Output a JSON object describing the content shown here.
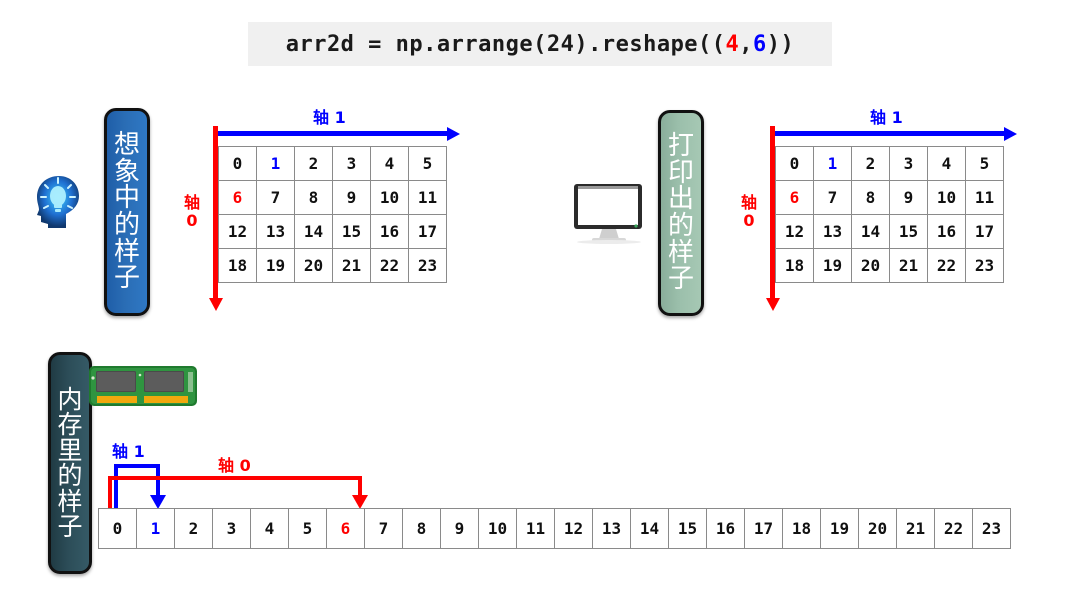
{
  "title": {
    "prefix": "arr2d = np.arrange(24).reshape((",
    "rows": "4",
    "comma": ",",
    "cols": "6",
    "suffix": "))"
  },
  "colors": {
    "axis0": "#ff0000",
    "axis1": "#0000ff",
    "imagined_box": "#2a6db5",
    "printed_box": "#9bbfab",
    "memory_box": "#2c4d58",
    "title_band": "#f0f0f0",
    "cell_border": "#8a8a8a"
  },
  "labels": {
    "imagined": [
      "想",
      "象",
      "中",
      "的",
      "样",
      "子"
    ],
    "printed": [
      "打",
      "印",
      "出",
      "的",
      "样",
      "子"
    ],
    "memory": [
      "内",
      "存",
      "里",
      "的",
      "样",
      "子"
    ]
  },
  "axes": {
    "axis1": "轴 1",
    "axis0_line1": "轴",
    "axis0_line2": "0"
  },
  "memory_arrows": {
    "axis1": "轴 1",
    "axis0": "轴 0"
  },
  "chart_data": {
    "type": "table",
    "title": "arr2d = np.arrange(24).reshape((4,6))",
    "shape": [
      4,
      6
    ],
    "grid_rows": [
      [
        "0",
        "1",
        "2",
        "3",
        "4",
        "5"
      ],
      [
        "6",
        "7",
        "8",
        "9",
        "10",
        "11"
      ],
      [
        "12",
        "13",
        "14",
        "15",
        "16",
        "17"
      ],
      [
        "18",
        "19",
        "20",
        "21",
        "22",
        "23"
      ]
    ],
    "highlight": {
      "blue": "1",
      "red": "6"
    },
    "flat_values": [
      "0",
      "1",
      "2",
      "3",
      "4",
      "5",
      "6",
      "7",
      "8",
      "9",
      "10",
      "11",
      "12",
      "13",
      "14",
      "15",
      "16",
      "17",
      "18",
      "19",
      "20",
      "21",
      "22",
      "23"
    ],
    "flat_length": 24,
    "axis_labels": {
      "axis0": "轴 0",
      "axis1": "轴 1"
    },
    "axis0_stride": 6,
    "axis1_stride": 1
  },
  "icons": {
    "brain": "brain-lightbulb-icon",
    "monitor": "monitor-icon",
    "ram": "ram-module-icon"
  }
}
